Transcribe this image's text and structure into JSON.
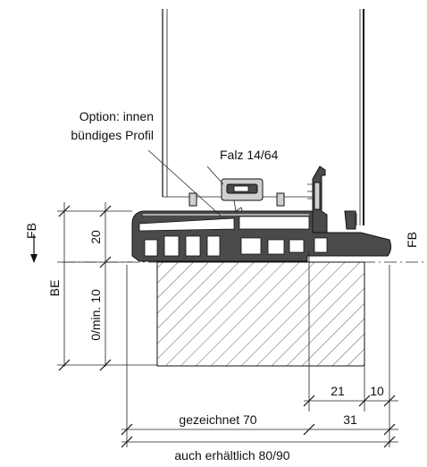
{
  "labels": {
    "option_line1": "Option: innen",
    "option_line2": "bündiges Profil",
    "falz": "Falz 14/64",
    "fb_left": "FB",
    "fb_right": "FB",
    "be": "BE",
    "dim_20": "20",
    "dim_0min10": "0/min. 10",
    "dim_21": "21",
    "dim_10": "10",
    "dim_31": "31",
    "gezeichnet": "gezeichnet 70",
    "auch": "auch erhältlich 80/90"
  }
}
